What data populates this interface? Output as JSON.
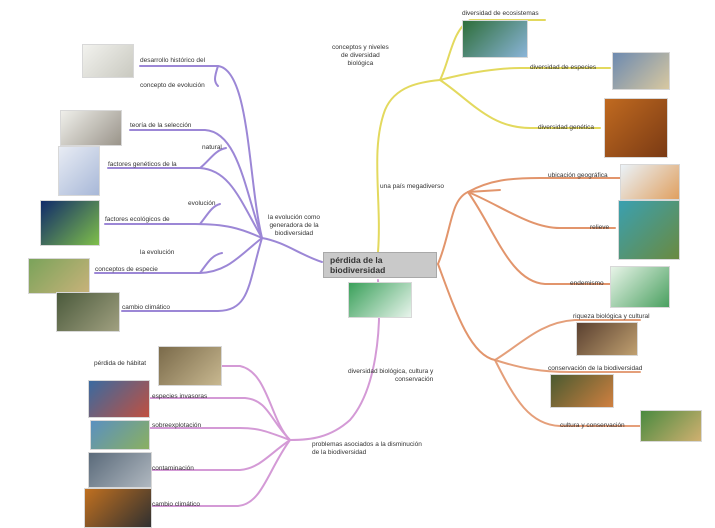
{
  "central": {
    "line1": "pérdida de la",
    "line2": "biodiversidad"
  },
  "colors": {
    "purple": "#9c87d6",
    "yellow": "#e3d95e",
    "orange": "#e2956c",
    "pink": "#d49ad6"
  },
  "purple_branch": {
    "hub": [
      "la evolución como",
      "generadora de la",
      "biodiversidad"
    ],
    "items": [
      {
        "lines": [
          "desarrollo histórico del"
        ]
      },
      {
        "lines": [
          "concepto de evolución"
        ]
      },
      {
        "lines": [
          "teoría de la selección"
        ]
      },
      {
        "lines": [
          "natural"
        ]
      },
      {
        "lines": [
          "factores genéticos de la"
        ]
      },
      {
        "lines": [
          "evolución"
        ]
      },
      {
        "lines": [
          "factores ecológicos de"
        ]
      },
      {
        "lines": [
          "la evolución"
        ]
      },
      {
        "lines": [
          "conceptos de especie"
        ]
      },
      {
        "lines": [
          "cambio climático"
        ]
      }
    ]
  },
  "yellow_branch": {
    "hub": [
      "conceptos y niveles",
      "de diversidad",
      "biológica"
    ],
    "items": [
      {
        "lines": [
          "diversidad de ecosistemas"
        ]
      },
      {
        "lines": [
          "diversidad de especies"
        ]
      },
      {
        "lines": [
          "diversidad genética"
        ]
      }
    ]
  },
  "orange_branch": {
    "hub": [
      "una país megadiverso"
    ],
    "items": [
      {
        "lines": [
          "ubicación geográfica"
        ]
      },
      {
        "lines": [
          "relieve"
        ]
      },
      {
        "lines": [
          "endemismo"
        ]
      }
    ]
  },
  "pink_right_branch": {
    "hub": [
      "diversidad biológica, cultura y",
      "conservación"
    ],
    "items": [
      {
        "lines": [
          "riqueza biológica y cultural"
        ]
      },
      {
        "lines": [
          "conservación de la biodiversidad"
        ]
      },
      {
        "lines": [
          "cultura y conservación"
        ]
      }
    ]
  },
  "pink_left_branch": {
    "hub": [
      "problemas asociados a la disminución",
      "de la biodiversidad"
    ],
    "items": [
      {
        "lines": [
          "pérdida de hábitat"
        ]
      },
      {
        "lines": [
          "especies invasoras"
        ]
      },
      {
        "lines": [
          "sobreexplotación"
        ]
      },
      {
        "lines": [
          "contaminación"
        ]
      },
      {
        "lines": [
          "cambio climático"
        ]
      }
    ]
  },
  "thumbnails": [
    {
      "name": "evolution-history-image",
      "colors": [
        "#f2f2ee",
        "#c9c9c0"
      ]
    },
    {
      "name": "natural-selection-image",
      "colors": [
        "#efefea",
        "#9a948a"
      ]
    },
    {
      "name": "genetics-table-image",
      "colors": [
        "#e8ecf4",
        "#a8b8d8"
      ]
    },
    {
      "name": "ecology-globe-image",
      "colors": [
        "#102a6a",
        "#7fbf4a"
      ]
    },
    {
      "name": "species-concept-image",
      "colors": [
        "#7aa35a",
        "#c8b27a"
      ]
    },
    {
      "name": "climate-change-image",
      "colors": [
        "#4b5a3c",
        "#a0a080"
      ]
    },
    {
      "name": "ecosystems-image",
      "colors": [
        "#2e6e3a",
        "#8ab4d8"
      ]
    },
    {
      "name": "species-diversity-image",
      "colors": [
        "#6d8ab0",
        "#d8c8a0"
      ]
    },
    {
      "name": "genetic-diversity-image",
      "colors": [
        "#c06a20",
        "#7a3a14"
      ]
    },
    {
      "name": "map-location-image",
      "colors": [
        "#eaf2f8",
        "#e0a060"
      ]
    },
    {
      "name": "relief-map-image",
      "colors": [
        "#3aa0b0",
        "#6a8a40"
      ]
    },
    {
      "name": "endemism-image",
      "colors": [
        "#e8f4e8",
        "#4aa060"
      ]
    },
    {
      "name": "biological-cultural-image",
      "colors": [
        "#5a4030",
        "#c0a070"
      ]
    },
    {
      "name": "conservation-image",
      "colors": [
        "#4a5a30",
        "#d08040"
      ]
    },
    {
      "name": "culture-conservation-image",
      "colors": [
        "#4a8a40",
        "#d0b070"
      ]
    },
    {
      "name": "habitat-loss-image",
      "colors": [
        "#7a6a4a",
        "#c8b890"
      ]
    },
    {
      "name": "invasive-species-image",
      "colors": [
        "#3a6aa0",
        "#c05040"
      ]
    },
    {
      "name": "overexploitation-image",
      "colors": [
        "#5a90c0",
        "#8ab060"
      ]
    },
    {
      "name": "pollution-image",
      "colors": [
        "#5a6a7a",
        "#b0b8c0"
      ]
    },
    {
      "name": "climate-change-image-2",
      "colors": [
        "#c07020",
        "#303030"
      ]
    },
    {
      "name": "central-planet-image",
      "colors": [
        "#3aa05a",
        "#e8f4ec"
      ]
    }
  ]
}
